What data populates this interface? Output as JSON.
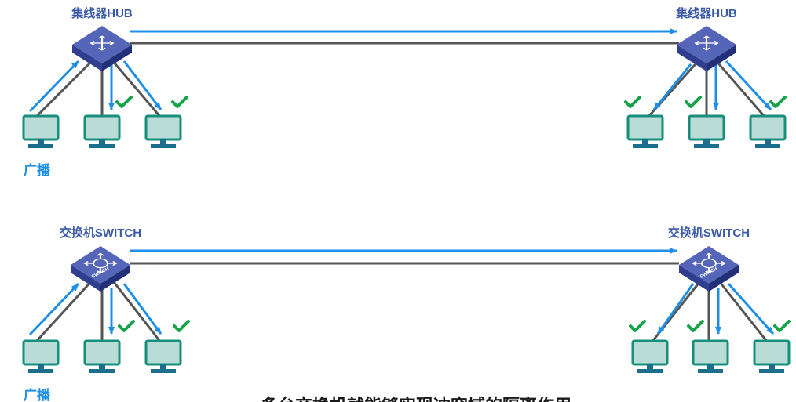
{
  "top_row": {
    "device_label_left": "集线器HUB",
    "device_label_right": "集线器HUB",
    "sender_label": "广播",
    "device_type": "hub"
  },
  "bottom_row": {
    "device_label_left": "交换机SWITCH",
    "device_label_right": "交换机SWITCH",
    "sender_label": "广播",
    "device_type": "switch",
    "device_face_text": "SWITCH"
  },
  "caption": "多台交换机就能够实现冲突域的隔离作用",
  "icons": {
    "device": "network-device-icon",
    "computer": "computer-monitor-icon",
    "received": "check-icon",
    "arrows": "four-way-arrow-icon"
  },
  "colors": {
    "device_body": "#2f3e8f",
    "device_top": "#5565b8",
    "monitor_fill": "#b9ddd6",
    "monitor_border": "#16907d",
    "monitor_base": "#1b6e8c",
    "flow_arrow": "#1e8fe8",
    "cable": "#555555",
    "check": "#16a34a",
    "label": "#3c5aa6"
  }
}
